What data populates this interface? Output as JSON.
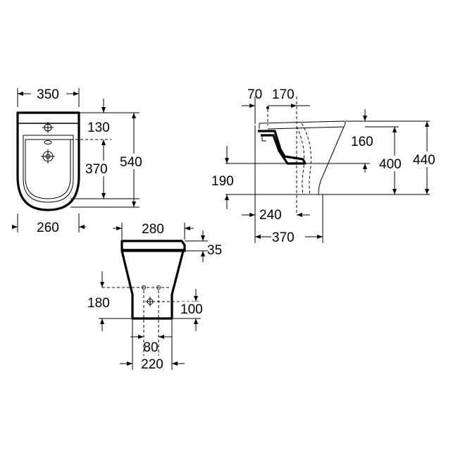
{
  "top_view": {
    "width_top": "350",
    "width_bottom": "260",
    "height_130": "130",
    "height_370": "370",
    "height_540": "540"
  },
  "side_view": {
    "offset_70": "70",
    "offset_170": "170",
    "height_160": "160",
    "height_400": "400",
    "height_440": "440",
    "height_190": "190",
    "depth_240": "240",
    "depth_370": "370"
  },
  "rear_view": {
    "width_280": "280",
    "height_35": "35",
    "height_180": "180",
    "height_100": "100",
    "width_80": "80",
    "width_220": "220"
  }
}
